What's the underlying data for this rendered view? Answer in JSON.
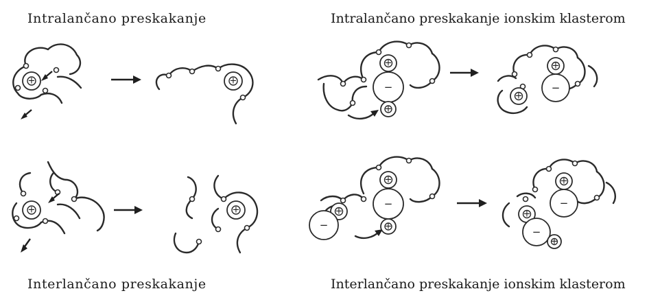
{
  "labels": {
    "top_left": "Intralančano preskakanje",
    "top_right": "Intralančano preskakanje ionskim klasterom",
    "bottom_left": "Interlančano preskakanje",
    "bottom_right": "Interlančano preskakanje ionskim klasterom"
  },
  "symbols": {
    "cation": "+",
    "anion": "−"
  }
}
